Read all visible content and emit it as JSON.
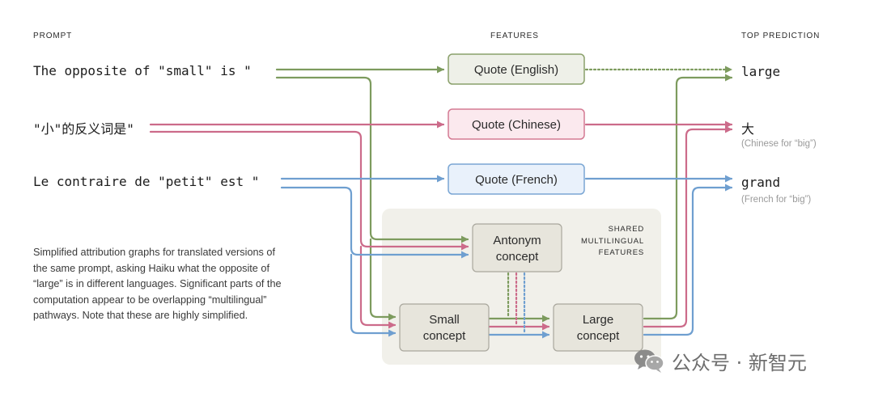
{
  "headers": {
    "prompt": "PROMPT",
    "features": "FEATURES",
    "top_prediction": "TOP PREDICTION"
  },
  "prompts": [
    {
      "text": "The opposite of \"small\" is \"",
      "color": "#7d9b5e"
    },
    {
      "text": "\"小\"的反义词是\"",
      "color": "#cc6b8a"
    },
    {
      "text": "Le contraire de \"petit\" est \"",
      "color": "#6f9fd0"
    }
  ],
  "features": [
    {
      "label": "Quote (English)",
      "fill": "#eef0e8",
      "stroke": "#8aa06b"
    },
    {
      "label": "Quote (Chinese)",
      "fill": "#fbe9ee",
      "stroke": "#d47a93"
    },
    {
      "label": "Quote (French)",
      "fill": "#e9f1fb",
      "stroke": "#7aa6d4"
    }
  ],
  "shared": {
    "label": "SHARED\nMULTILINGUAL\nFEATURES",
    "antonym": [
      "Antonym",
      "concept"
    ],
    "small": [
      "Small",
      "concept"
    ],
    "large": [
      "Large",
      "concept"
    ]
  },
  "predictions": [
    {
      "text": "large",
      "note": ""
    },
    {
      "text": "大",
      "note": "(Chinese for “big”)"
    },
    {
      "text": "grand",
      "note": "(French for “big”)"
    }
  ],
  "caption": "Simplified attribution graphs for translated versions of the same prompt, asking Haiku what the opposite of “large” is in different languages. Significant parts of the computation appear to be overlapping “multilingual” pathways. Note that these are highly simplified.",
  "watermark": "公众号 · 新智元",
  "colors": {
    "english": "#7d9b5e",
    "chinese": "#cc6b8a",
    "french": "#6f9fd0",
    "shared_bg": "#f1f0ea",
    "node_fill": "#e7e5dc",
    "node_stroke": "#a9a79d"
  }
}
